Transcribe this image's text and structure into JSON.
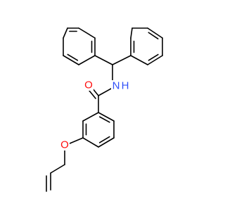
{
  "structure": {
    "atoms": {
      "oxygen_carbonyl": {
        "label": "O",
        "color": "#ff0d0d"
      },
      "nitrogen_amide": {
        "label": "N",
        "color": "#3050f8"
      },
      "hydrogen_amide": {
        "label": "H",
        "color": "#3050f8"
      },
      "oxygen_ether": {
        "label": "O",
        "color": "#ff0d0d"
      }
    },
    "bond_color": "#000000",
    "background": "#ffffff"
  }
}
